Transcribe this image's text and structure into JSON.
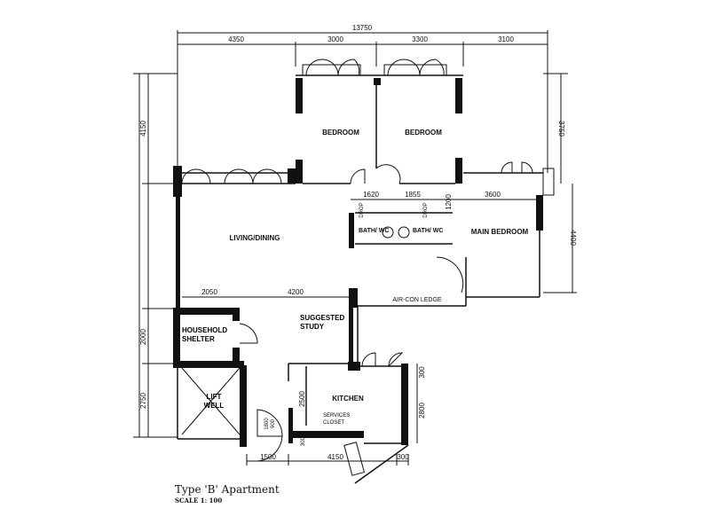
{
  "dimensions": {
    "overall_width": "13750",
    "top": [
      "4350",
      "3000",
      "3300",
      "3100"
    ],
    "left": [
      "4150",
      "2000",
      "2750"
    ],
    "right": [
      "3750",
      "4400"
    ],
    "bath": [
      "1620",
      "1855",
      "1200"
    ],
    "main_bedroom_width": "3600",
    "living": [
      "2050",
      "4200"
    ],
    "kitchen_left": "2500",
    "kitchen_right": "2800",
    "kitchen_top_right": "300",
    "bottom": [
      "1500",
      "4150",
      "300"
    ],
    "door": [
      "1800",
      "900"
    ],
    "closet": "300"
  },
  "rooms": {
    "bedroom_1": "BEDROOM",
    "bedroom_2": "BEDROOM",
    "living_dining": "LIVING/DINING",
    "bath_1": "BATH/ WC",
    "bath_2": "BATH/ WC",
    "db_1": "DROP",
    "db_2": "DROP",
    "main_bedroom": "MAIN BEDROOM",
    "aircon_ledge": "AIR-CON LEDGE",
    "household_shelter": "HOUSEHOLD SHELTER",
    "suggested_study": "SUGGESTED STUDY",
    "lift_well": "LIFT WELL",
    "kitchen": "KITCHEN",
    "services_closet": "SERVICES CLOSET"
  },
  "caption": {
    "title": "Type 'B' Apartment",
    "scale": "SCALE  1: 100"
  }
}
